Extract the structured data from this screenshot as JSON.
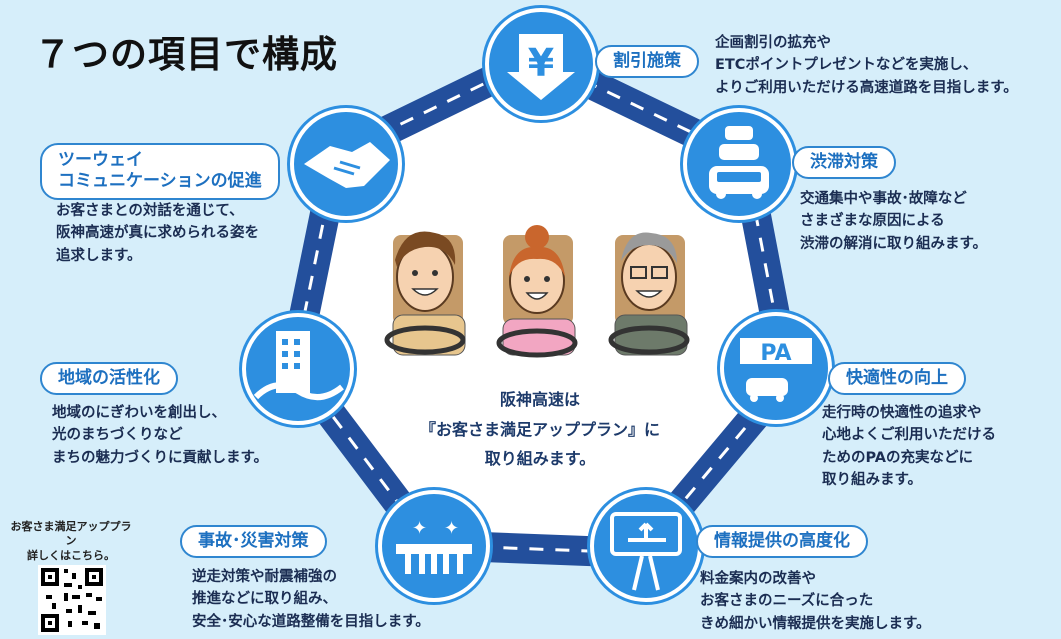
{
  "title": "７つの項目で構成",
  "center_message": [
    "阪神高速は",
    "『お客さま満足アッププラン』に",
    "取り組みます。"
  ],
  "qr_label": [
    "お客さま満足アッププラン",
    "詳しくはこちら。"
  ],
  "items": [
    {
      "name": "割引施策",
      "desc": [
        "企画割引の拡充や",
        "ETCポイントプレゼントなどを実施し、",
        "よりご利用いただける高速道路を目指します。"
      ],
      "icon": "yen-arrow-icon"
    },
    {
      "name": "渋滞対策",
      "desc": [
        "交通集中や事故･故障など",
        "さまざまな原因による",
        "渋滞の解消に取り組みます。"
      ],
      "icon": "car-queue-icon"
    },
    {
      "name": "快適性の向上",
      "desc": [
        "走行時の快適性の追求や",
        "心地よくご利用いただける",
        "ためのPAの充実などに",
        "取り組みます。"
      ],
      "icon": "parking-area-icon",
      "icon_text": "PA"
    },
    {
      "name": "情報提供の高度化",
      "desc": [
        "料金案内の改善や",
        "お客さまのニーズに合った",
        "きめ細かい情報提供を実施します。"
      ],
      "icon": "road-sign-icon"
    },
    {
      "name": "事故･災害対策",
      "desc": [
        "逆走対策や耐震補強の",
        "推進などに取り組み、",
        "安全･安心な道路整備を目指します。"
      ],
      "icon": "bridge-icon"
    },
    {
      "name": "地域の活性化",
      "desc": [
        "地域のにぎわいを創出し、",
        "光のまちづくりなど",
        "まちの魅力づくりに貢献します。"
      ],
      "icon": "city-building-icon"
    },
    {
      "name": [
        "ツーウェイ",
        "コミュニケーションの促進"
      ],
      "desc": [
        "お客さまとの対話を通じて、",
        "阪神高速が真に求められる姿を",
        "追求します。"
      ],
      "icon": "handshake-icon"
    }
  ],
  "colors": {
    "background": "#d6eefa",
    "primary_blue": "#2d8fe0",
    "road_dark": "#234f9c",
    "accent_text": "#1d70c0"
  }
}
